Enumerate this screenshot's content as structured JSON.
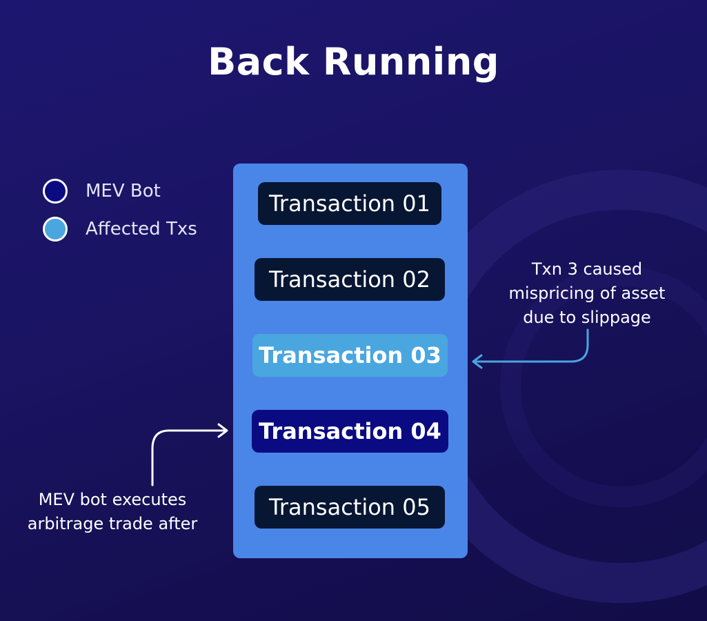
{
  "title": "Back Running",
  "legend": [
    {
      "label": "MEV Bot",
      "color": "#0a0b82"
    },
    {
      "label": "Affected Txs",
      "color": "#4aa6df"
    }
  ],
  "transactions": [
    {
      "label": "Transaction 01",
      "kind": "normal"
    },
    {
      "label": "Transaction 02",
      "kind": "normal"
    },
    {
      "label": "Transaction 03",
      "kind": "affected"
    },
    {
      "label": "Transaction 04",
      "kind": "mev"
    },
    {
      "label": "Transaction 05",
      "kind": "normal"
    }
  ],
  "annotations": {
    "right": {
      "lines": [
        "Txn 3 caused",
        "mispricing of asset",
        "due to slippage"
      ],
      "color": "#4aa6df"
    },
    "left": {
      "lines": [
        "MEV bot executes",
        "arbitrage trade after"
      ],
      "color": "#ffffff"
    }
  },
  "colors": {
    "background": "#1a1463",
    "block": "#4a86e8",
    "normal_tx": "#071633"
  }
}
